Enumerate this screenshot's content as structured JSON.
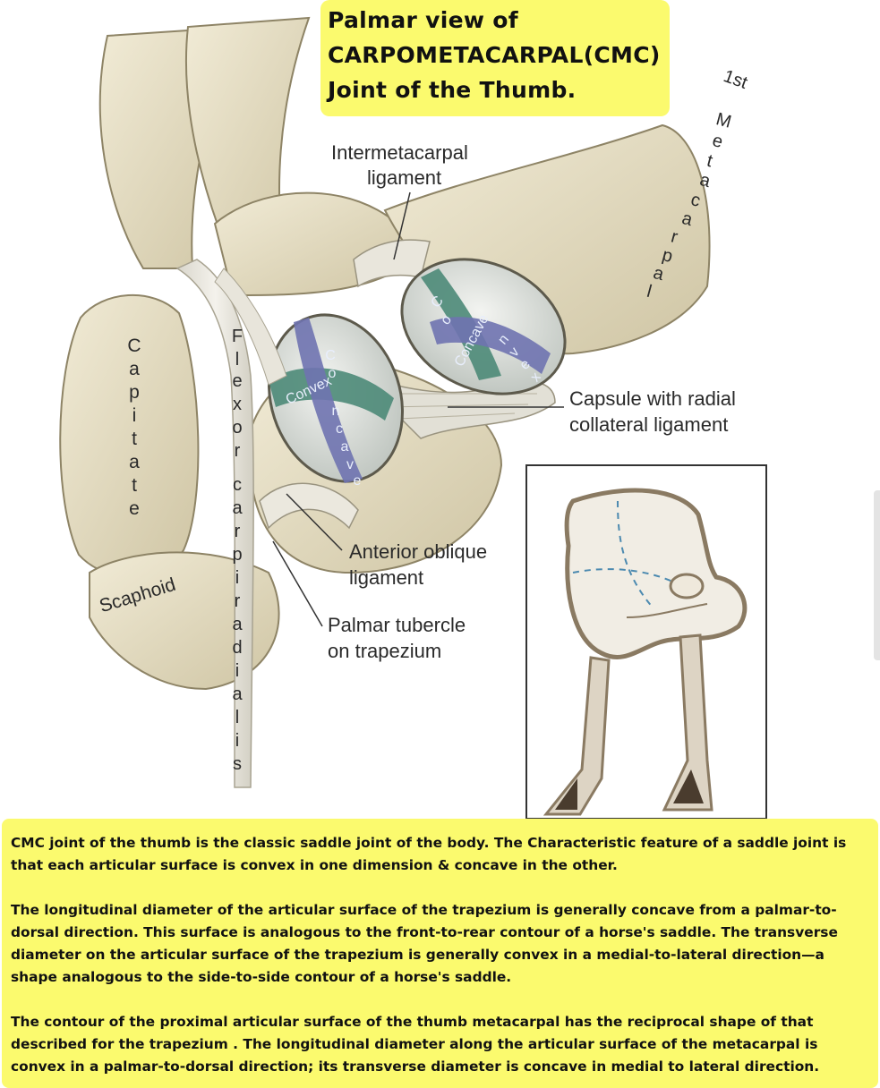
{
  "title": {
    "line1": "Palmar view of",
    "line2": "CARPOMETACARPAL(CMC)",
    "line3": "Joint of the Thumb."
  },
  "labels": {
    "first": "1st",
    "metacarpal_letters": [
      "M",
      "e",
      "t",
      "a",
      "c",
      "a",
      "r",
      "p",
      "a",
      "l"
    ],
    "intermetacarpal_line1": "Intermetacarpal",
    "intermetacarpal_line2": "ligament",
    "capsule_line1": "Capsule with radial",
    "capsule_line2": "collateral ligament",
    "capitate_letters": [
      "C",
      "a",
      "p",
      "i",
      "t",
      "a",
      "t",
      "e"
    ],
    "scaphoid": "Scaphoid",
    "flexor_letters": [
      "F",
      "l",
      "e",
      "x",
      "o",
      "r",
      "c",
      "a",
      "r",
      "p",
      "i",
      "r",
      "a",
      "d",
      "i",
      "a",
      "l",
      "i",
      "s"
    ],
    "anterior_line1": "Anterior oblique",
    "anterior_line2": "ligament",
    "palmar_line1": "Palmar tubercle",
    "palmar_line2": "on trapezium",
    "trap_convex": "Convex",
    "trap_concave_letters": [
      "C",
      "o",
      "n",
      "c",
      "a",
      "v",
      "e"
    ],
    "meta_concave": "Concave",
    "meta_convex_letters": [
      "C",
      "o",
      "n",
      "v",
      "e",
      "x"
    ]
  },
  "colors": {
    "title_bg": "#fbfa6e",
    "bone": "#e6dfc6",
    "convex_band": "#4c8a78",
    "concave_band": "#6f73b0",
    "inset_brown": "#8a7a62"
  },
  "description": {
    "p1": "CMC joint of the thumb is the classic saddle joint of the body.  The Characteristic feature of a saddle joint is that each articular surface is convex in one dimension &  concave in the other.",
    "p2": "The longitudinal diameter of the articular surface of the trapezium is generally concave from a palmar-to-dorsal direction. This surface is analogous to the front-to-rear contour of a horse's saddle. The transverse diameter on the articular surface of the trapezium is generally convex in a medial-to-lateral direction—a shape analogous to the side-to-side contour of a horse's saddle.",
    "p3": " The contour of the proximal articular surface of the thumb metacarpal has the reciprocal shape of that described for the trapezium . The longitudinal diameter along the articular surface of the metacarpal is convex in a palmar-to-dorsal direction; its transverse diameter is concave in medial to lateral direction."
  }
}
